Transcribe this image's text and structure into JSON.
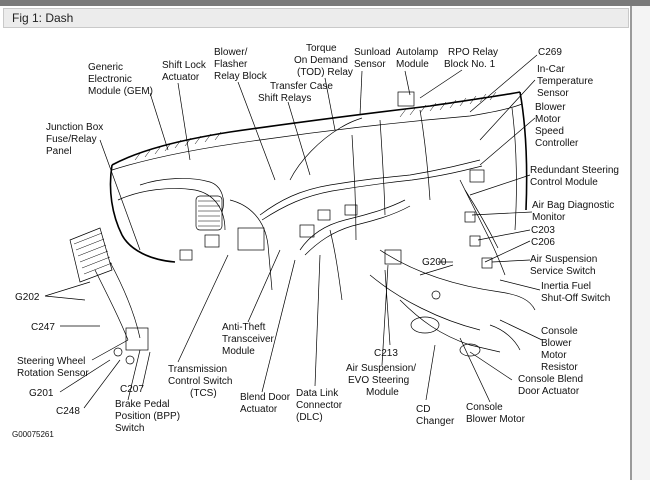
{
  "figure": {
    "title": "Fig 1: Dash",
    "code": "G00075261"
  },
  "labels": {
    "gem": [
      "Generic",
      "Electronic",
      "Module (GEM)"
    ],
    "shift_lock": [
      "Shift Lock",
      "Actuator"
    ],
    "blower_flasher": [
      "Blower/",
      "Flasher",
      "Relay Block"
    ],
    "tod": [
      "Torque",
      "On Demand",
      "(TOD) Relay"
    ],
    "sunload": [
      "Sunload",
      "Sensor"
    ],
    "autolamp": [
      "Autolamp",
      "Module"
    ],
    "rpo": [
      "RPO Relay",
      "Block No. 1"
    ],
    "c269": "C269",
    "transfer_case": [
      "Transfer Case",
      "Shift Relays"
    ],
    "incar_temp": [
      "In-Car",
      "Temperature",
      "Sensor"
    ],
    "junction_box": [
      "Junction Box",
      "Fuse/Relay",
      "Panel"
    ],
    "blower_speed": [
      "Blower",
      "Motor",
      "Speed",
      "Controller"
    ],
    "redundant_steering": [
      "Redundant Steering",
      "Control  Module"
    ],
    "airbag": [
      "Air Bag Diagnostic",
      "Monitor"
    ],
    "c203": "C203",
    "c206": "C206",
    "g200": "G200",
    "air_susp_switch": [
      "Air Suspension",
      "Service Switch"
    ],
    "inertia": [
      "Inertia Fuel",
      "Shut-Off Switch"
    ],
    "g202": "G202",
    "c247": "C247",
    "anti_theft": [
      "Anti-Theft",
      "Transceiver",
      "Module"
    ],
    "steering_wheel": [
      "Steering Wheel",
      "Rotation Sensor"
    ],
    "console_resistor": [
      "Console",
      "Blower",
      "Motor",
      "Resistor"
    ],
    "c213": "C213",
    "tcs": [
      "Transmission",
      "Control Switch",
      "(TCS)"
    ],
    "air_susp_evo": [
      "Air Suspension/",
      "EVO Steering",
      "Module"
    ],
    "console_blend": [
      "Console Blend",
      "Door Actuator"
    ],
    "g201": "G201",
    "c207": "C207",
    "c248": "C248",
    "bpp": [
      "Brake Pedal",
      "Position (BPP)",
      "Switch"
    ],
    "blend_door": [
      "Blend Door",
      "Actuator"
    ],
    "dlc": [
      "Data Link",
      "Connector",
      "(DLC)"
    ],
    "cd_changer": [
      "CD",
      "Changer"
    ],
    "console_blower": [
      "Console",
      "Blower Motor"
    ]
  }
}
